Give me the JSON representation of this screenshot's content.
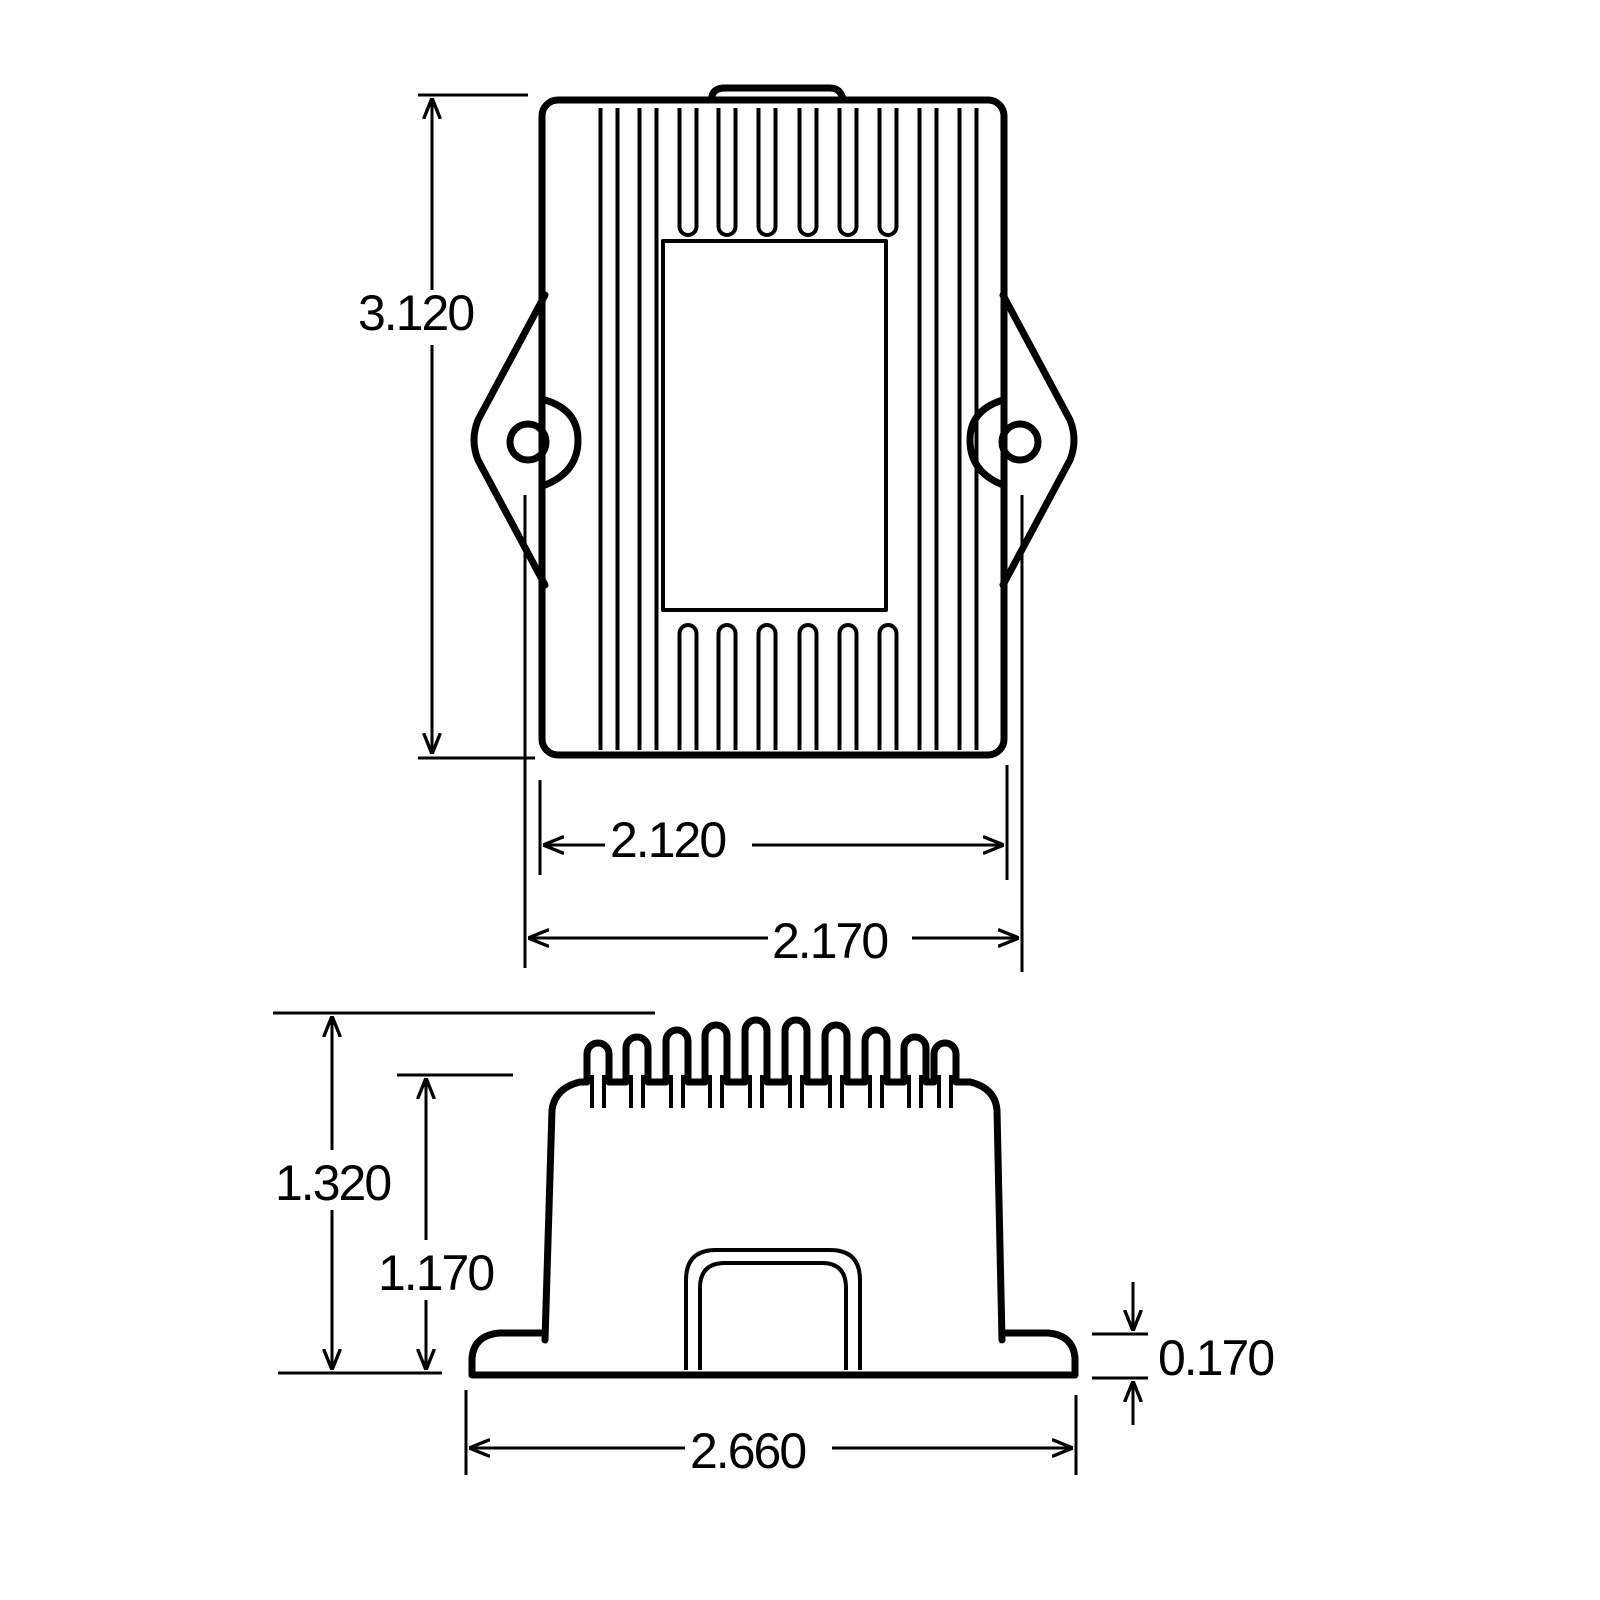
{
  "ink_color": "#000000",
  "background_color": "#ffffff",
  "top_view": {
    "height_label": "3.120",
    "inner_width_label": "2.120",
    "outer_width_label": "2.170"
  },
  "side_view": {
    "overall_height_label": "1.320",
    "body_height_label": "1.170",
    "flange_thickness_label": "0.170",
    "overall_width_label": "2.660"
  }
}
